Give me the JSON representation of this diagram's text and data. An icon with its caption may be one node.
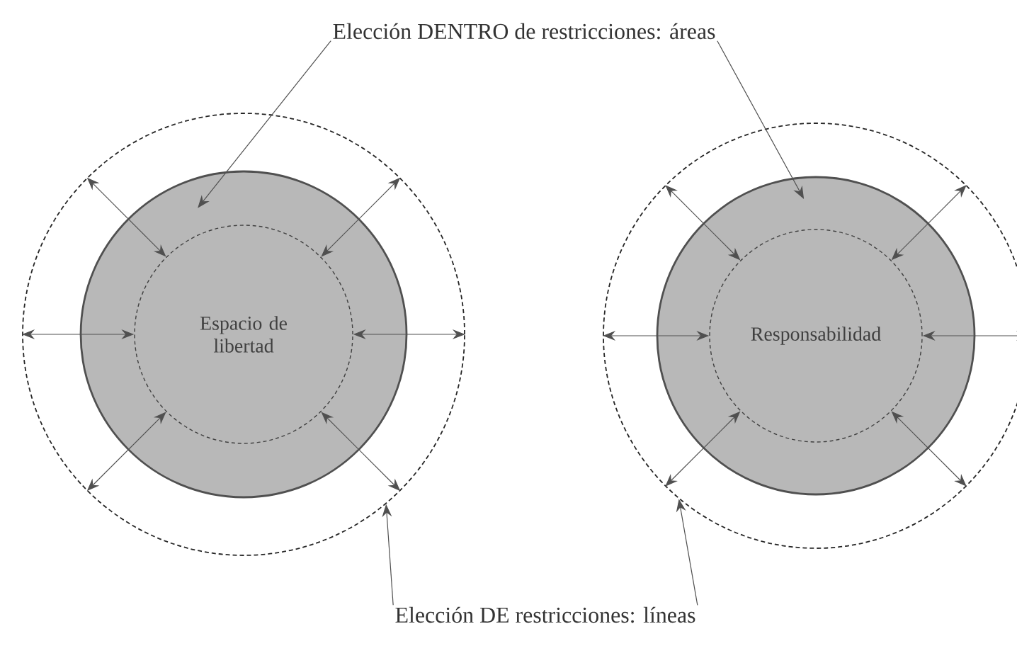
{
  "diagram": {
    "nodes": [
      {
        "text": [
          "Elección DENTRO de restricciones: áreas"
        ]
      },
      {
        "text": [],
        "shape": "circle"
      },
      {
        "text": [],
        "shape": "circle",
        "in": 1
      },
      {
        "text": [
          "Espacio de libertad"
        ],
        "in": 2
      },
      {
        "text": [],
        "shape": "circle"
      },
      {
        "text": [],
        "shape": "circle",
        "in": 4
      },
      {
        "text": [
          "Responsabilidad"
        ],
        "in": 5
      },
      {
        "text": [
          "Elección DE restricciones: líneas"
        ]
      }
    ],
    "edges": [
      {
        "from": 0,
        "to": 2,
        "arrow": "to"
      },
      {
        "from": 0,
        "to": 5,
        "arrow": "to"
      },
      {
        "from": 3,
        "to": 1,
        "arrow": "both"
      },
      {
        "from": 3,
        "to": 1,
        "arrow": "both"
      },
      {
        "from": 3,
        "to": 1,
        "arrow": "both"
      },
      {
        "from": 3,
        "to": 1,
        "arrow": "both"
      },
      {
        "from": 3,
        "to": 1,
        "arrow": "both"
      },
      {
        "from": 3,
        "to": 1,
        "arrow": "both"
      },
      {
        "from": 6,
        "to": 4,
        "arrow": "both"
      },
      {
        "from": 6,
        "to": 4,
        "arrow": "both"
      },
      {
        "from": 6,
        "to": 4,
        "arrow": "both"
      },
      {
        "from": 6,
        "to": 4,
        "arrow": "both"
      },
      {
        "from": 6,
        "to": 4,
        "arrow": "both"
      },
      {
        "from": 6,
        "to": 4,
        "arrow": "both"
      },
      {
        "from": 7,
        "to": 1,
        "arrow": "to"
      },
      {
        "from": 7,
        "to": 4,
        "arrow": "to"
      }
    ]
  }
}
